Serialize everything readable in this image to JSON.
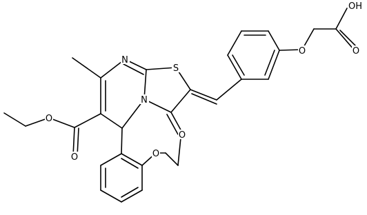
{
  "atom_labels": {
    "oh": "OH",
    "o_acid_carbonyl": "O",
    "o_ether_aryl": "O",
    "s_thiazole": "S",
    "n_pyrimidine": "N",
    "n_bridge": "N",
    "o_ester_ether": "O",
    "o_ester_carbonyl": "O",
    "o_thiazolone": "O",
    "o_ethoxy": "O"
  }
}
